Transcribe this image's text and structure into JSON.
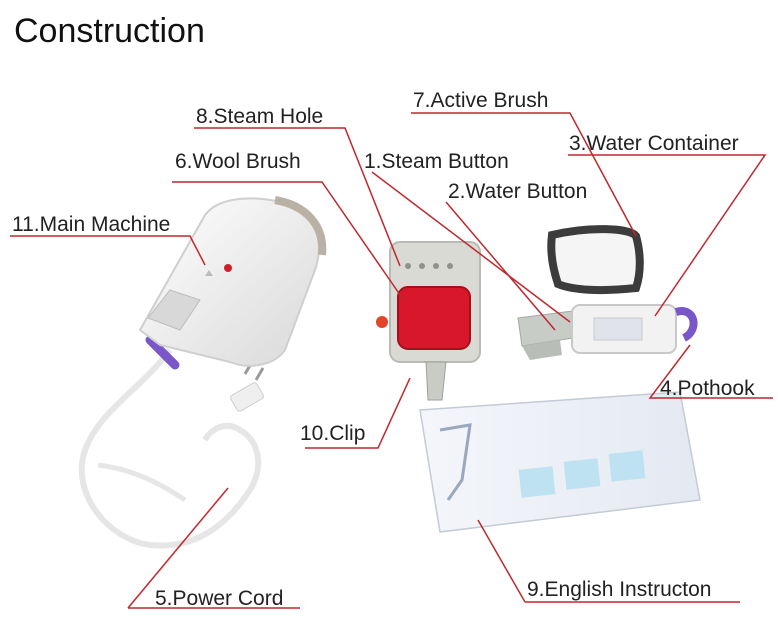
{
  "title": "Construction",
  "labels": {
    "steam_hole": "8.Steam Hole",
    "active_brush": "7.Active Brush",
    "water_container": "3.Water Container",
    "wool_brush": "6.Wool Brush",
    "steam_button": "1.Steam Button",
    "water_button": "2.Water Button",
    "main_machine": "11.Main Machine",
    "pothook": "4.Pothook",
    "clip": "10.Clip",
    "english_instruction": "9.English Instructon",
    "power_cord": "5.Power Cord"
  },
  "colors": {
    "leader_line": "#c0282d",
    "device_body": "#f2f2f2",
    "accent_purple": "#7a57c8",
    "wool_red": "#d8182a",
    "brush_gray": "#c9ccc4"
  }
}
